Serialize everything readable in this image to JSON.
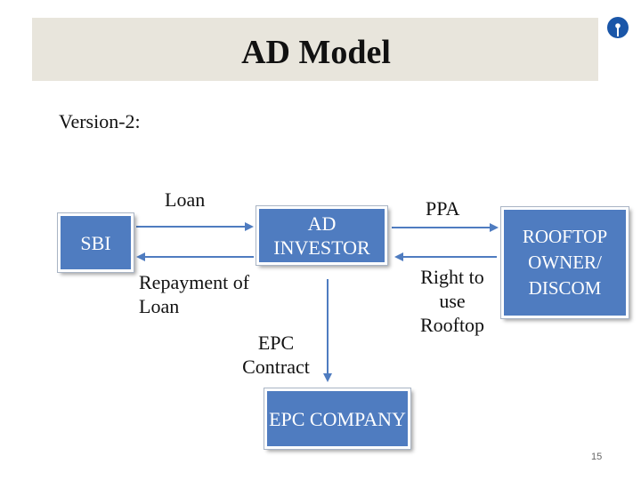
{
  "slide": {
    "title": "AD Model",
    "subtitle": "Version-2:",
    "page_number": "15"
  },
  "boxes": {
    "sbi": "SBI",
    "investor": "AD INVESTOR",
    "rooftop": "ROOFTOP OWNER/ DISCOM",
    "epc": "EPC COMPANY"
  },
  "labels": {
    "loan": "Loan",
    "repayment": "Repayment of Loan",
    "epc_contract": "EPC Contract",
    "ppa": "PPA",
    "right_to_use": "Right to use Rooftop"
  },
  "colors": {
    "box_fill": "#4f7cc0",
    "arrow": "#4f7cc0",
    "title_bar": "#e8e5dc",
    "logo": "#1a56a8"
  },
  "icons": {
    "logo": "sbi-logo-icon"
  }
}
